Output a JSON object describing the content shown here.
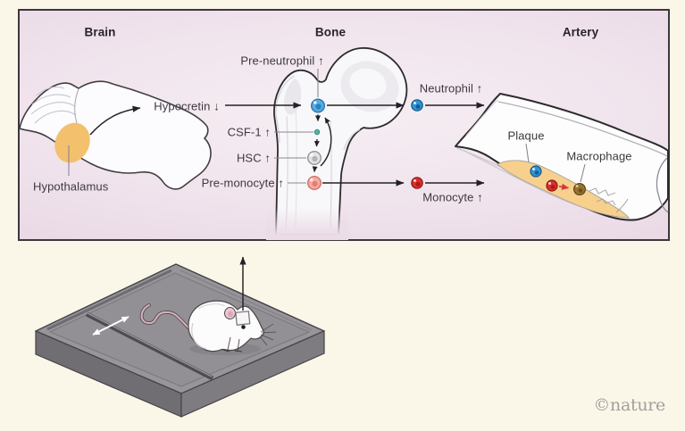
{
  "figure": {
    "headers": {
      "brain": "Brain",
      "bone": "Bone",
      "artery": "Artery"
    },
    "labels": {
      "hypothalamus": "Hypothalamus",
      "hypocretin": "Hypocretin ↓",
      "pre_neutrophil": "Pre-neutrophil ↑",
      "csf1": "CSF-1 ↑",
      "hsc": "HSC ↑",
      "pre_monocyte": "Pre-monocyte ↑",
      "neutrophil": "Neutrophil ↑",
      "monocyte": "Monocyte ↑",
      "plaque": "Plaque",
      "macrophage": "Macrophage"
    },
    "credit": "©nature",
    "colors": {
      "page_bg": "#faf7e9",
      "panel_bg_center": "#f6eef3",
      "panel_bg_edge": "#dfcbdb",
      "panel_border": "#3b373c",
      "hypothalamus_orange": "#f3c06e",
      "plaque_yellow": "#f7d08d",
      "pre_neutrophil_blue": "#58ace0",
      "neutrophil_blue": "#2e94d2",
      "monocyte_red": "#d92f2b",
      "pre_monocyte_pink": "#f5aba3",
      "hsc_gray": "#e3e2e4",
      "csf1_teal": "#56b5a4",
      "macrophage_brown": "#97732f",
      "arrow_black": "#242126",
      "red_arrow": "#d0393b",
      "platform_gray": "#98959a",
      "credit_gray": "#a3a09e"
    }
  }
}
